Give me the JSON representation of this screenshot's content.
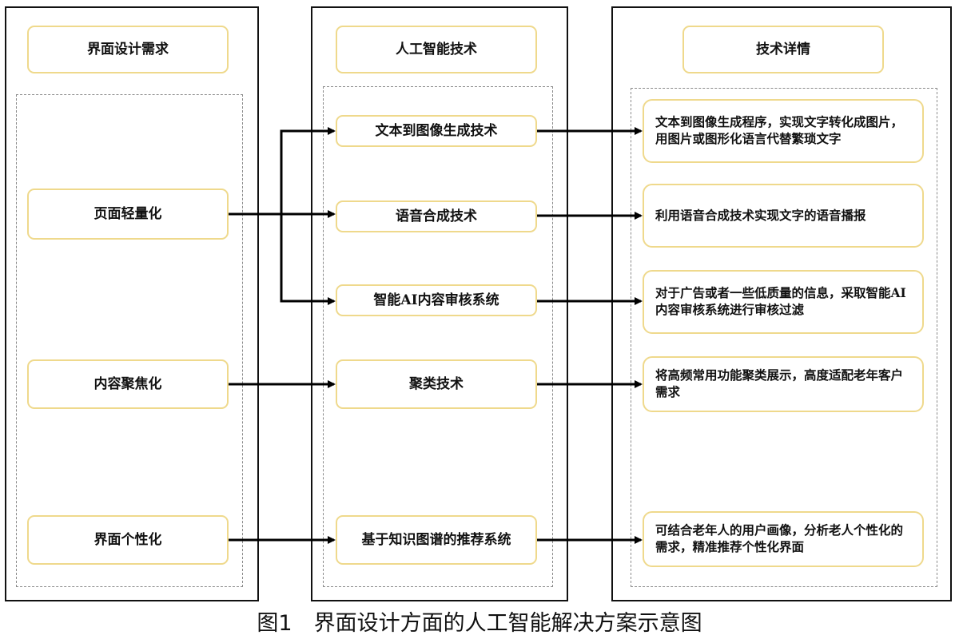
{
  "columns": {
    "requirements_header": "界面设计需求",
    "ai_header": "人工智能技术",
    "details_header": "技术详情"
  },
  "requirements": [
    "页面轻量化",
    "内容聚焦化",
    "界面个性化"
  ],
  "technologies": [
    "文本到图像生成技术",
    "语音合成技术",
    "智能AI内容审核系统",
    "聚类技术",
    "基于知识图谱的推荐系统"
  ],
  "details": [
    "文本到图像生成程序，实现文字转化成图片，用图片或图形化语言代替繁琐文字",
    "利用语音合成技术实现文字的语音播报",
    "对于广告或者一些低质量的信息，采取智能AI内容审核系统进行审核过滤",
    "将高频常用功能聚类展示，高度适配老年客户需求",
    "可结合老年人的用户画像，分析老人个性化的需求，精准推荐个性化界面"
  ],
  "caption": "图1　界面设计方面的人工智能解决方案示意图"
}
